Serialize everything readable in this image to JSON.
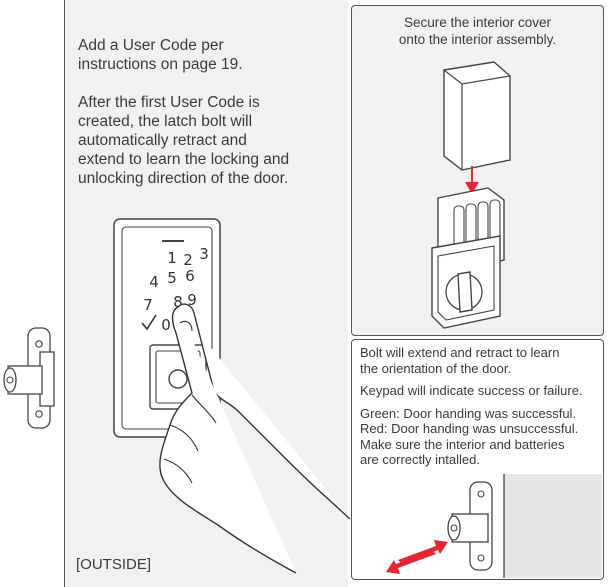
{
  "instructions": {
    "line1": "Add a User Code per",
    "line2": "instructions on page 19.",
    "line3": "After the first User Code is",
    "line4": "created, the latch bolt will",
    "line5": "automatically retract and",
    "line6": "extend to learn the locking and",
    "line7": "unlocking direction of the door."
  },
  "outside_label": "[OUTSIDE]",
  "interior_caption": {
    "line1": "Secure the interior cover",
    "line2": "onto the interior assembly."
  },
  "bolt_caption": {
    "line1": "Bolt will extend and retract to learn",
    "line2": "the orientation of the door.",
    "keypad_note": "Keypad will indicate success or failure.",
    "green": "Green: Door handing was successful.",
    "red": "Red: Door handing was unsuccessful.",
    "advice1": "Make sure the interior and batteries",
    "advice2": "are correctly intalled."
  },
  "keypad_digits": [
    "1",
    "2",
    "3",
    "4",
    "5",
    "6",
    "7",
    "8",
    "9",
    "0"
  ],
  "colors": {
    "accent_red": "#e3262f",
    "line": "#555555",
    "panel": "#f1f1f1"
  },
  "icons": [
    "checkmark-icon",
    "lock-icon",
    "arrow-icon",
    "finger-illustration"
  ]
}
